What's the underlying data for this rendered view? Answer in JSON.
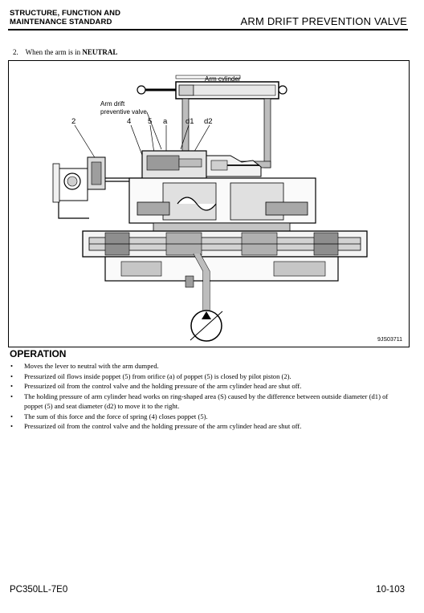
{
  "header": {
    "section_line1": "STRUCTURE, FUNCTION AND",
    "section_line2": "MAINTENANCE STANDARD",
    "title": "ARM DRIFT PREVENTION VALVE"
  },
  "step": {
    "prefix": "2.",
    "text": "When the arm is in",
    "emphasis": "NEUTRAL"
  },
  "figure": {
    "label_cylinder": "Arm cylinder",
    "label_valve_line1": "Arm drift",
    "label_valve_line2": "preventive valve",
    "label_2": "2",
    "label_4": "4",
    "label_5": "5",
    "label_a": "a",
    "label_d1": "d1",
    "label_d2": "d2",
    "code": "9JS03711"
  },
  "operation": {
    "title": "OPERATION",
    "items": [
      "Moves the lever to neutral with the arm dumped.",
      "Pressurized oil flows inside poppet (5) from orifice (a) of poppet (5) is closed by pilot piston (2).",
      "Pressurized oil from the control valve and the holding pressure of the arm cylinder head are shut off.",
      "The holding pressure of arm cylinder head works on ring-shaped area (S) caused by the difference between outside diameter (d1) of poppet (5) and seat diameter (d2) to move it to the right.",
      "The sum of this force and the force of spring (4) closes poppet (5).",
      "Pressurized oil from the control valve and the holding pressure of the arm cylinder head are shut off."
    ]
  },
  "footer": {
    "model": "PC350LL-7E0",
    "page": "10-103"
  }
}
